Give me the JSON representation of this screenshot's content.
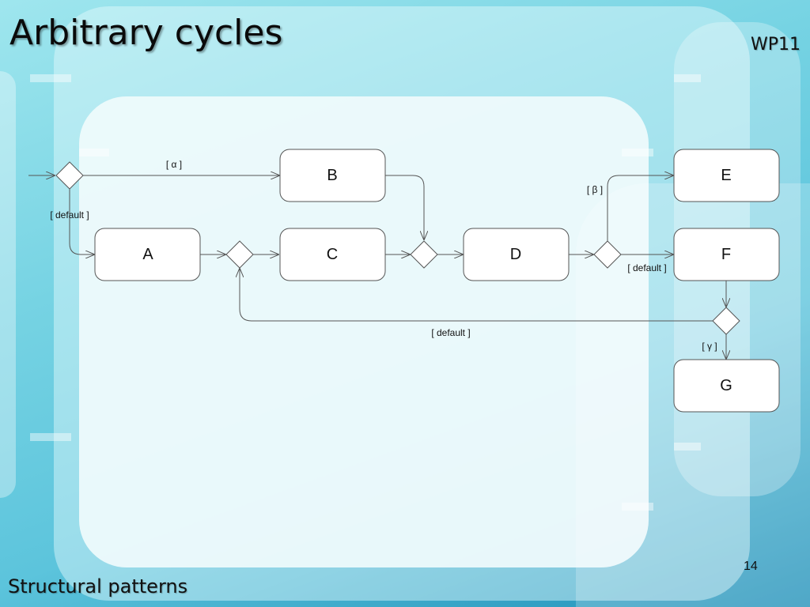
{
  "slide": {
    "title": "Arbitrary cycles",
    "tag": "WP11",
    "footer": "Structural patterns",
    "page_number": "14"
  },
  "diagram": {
    "activities": {
      "a": "A",
      "b": "B",
      "c": "C",
      "d": "D",
      "e": "E",
      "f": "F",
      "g": "G"
    },
    "guards": {
      "alpha": "[ α ]",
      "default_start": "[ default ]",
      "beta": "[ β ]",
      "default_d": "[ default ]",
      "default_loop": "[ default ]",
      "gamma": "[ γ ]"
    }
  },
  "colors": {
    "background": "#76d3e3",
    "panel": "#eef9fb",
    "node_fill": "#ffffff",
    "stroke": "#555555"
  }
}
